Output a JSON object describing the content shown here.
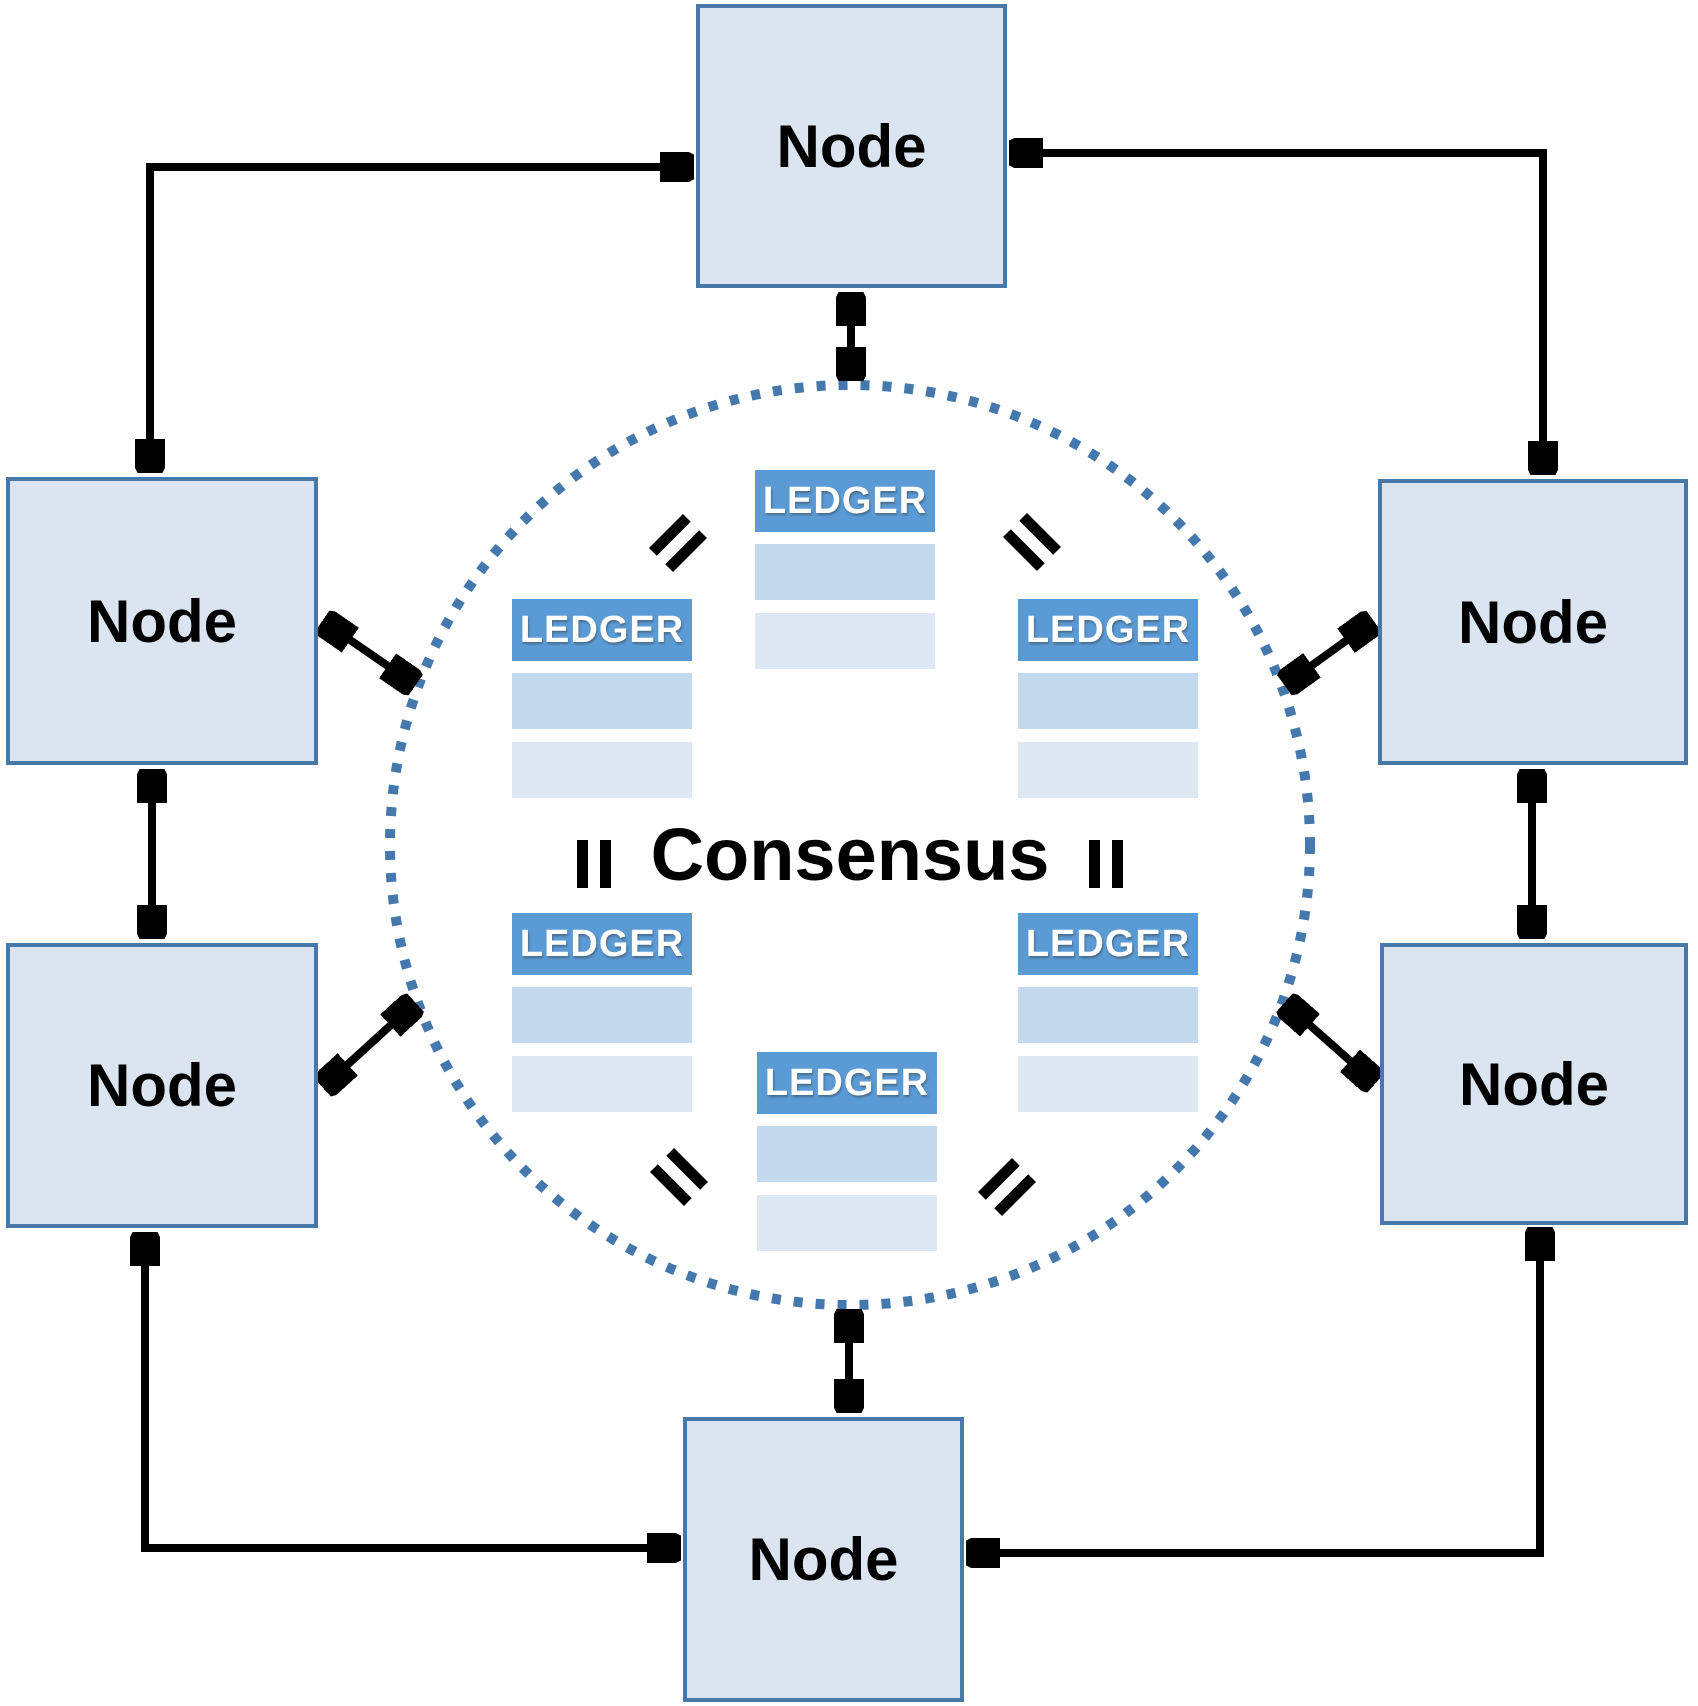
{
  "diagram": {
    "type": "peer-to-peer consensus network",
    "center": {
      "label": "Consensus"
    },
    "nodes": [
      {
        "id": "node-top",
        "label": "Node"
      },
      {
        "id": "node-upper-left",
        "label": "Node"
      },
      {
        "id": "node-lower-left",
        "label": "Node"
      },
      {
        "id": "node-upper-right",
        "label": "Node"
      },
      {
        "id": "node-lower-right",
        "label": "Node"
      },
      {
        "id": "node-bottom",
        "label": "Node"
      }
    ],
    "ledgers": [
      {
        "id": "ledger-top",
        "label": "LEDGER",
        "blank_rows": 2
      },
      {
        "id": "ledger-upper-left",
        "label": "LEDGER",
        "blank_rows": 2
      },
      {
        "id": "ledger-upper-right",
        "label": "LEDGER",
        "blank_rows": 2
      },
      {
        "id": "ledger-lower-left",
        "label": "LEDGER",
        "blank_rows": 2
      },
      {
        "id": "ledger-lower-right",
        "label": "LEDGER",
        "blank_rows": 2
      },
      {
        "id": "ledger-bottom",
        "label": "LEDGER",
        "blank_rows": 2
      }
    ],
    "equivalence_marks": [
      {
        "position": "upper-left",
        "rotation_deg": -45
      },
      {
        "position": "upper-right",
        "rotation_deg": 45
      },
      {
        "position": "middle-left",
        "rotation_deg": 90
      },
      {
        "position": "middle-right",
        "rotation_deg": 90
      },
      {
        "position": "lower-left",
        "rotation_deg": 45
      },
      {
        "position": "lower-right",
        "rotation_deg": -45
      }
    ],
    "connections": [
      "node-upper-left <-> node-top (L-shaped)",
      "node-top <-> node-upper-right (L-shaped)",
      "node-upper-left <-> node-lower-left",
      "node-upper-right <-> node-lower-right",
      "node-lower-left <-> node-bottom (L-shaped)",
      "node-lower-right <-> node-bottom (L-shaped)",
      "node-top <-> consensus-circle",
      "node-bottom <-> consensus-circle",
      "node-upper-left <-> consensus-circle",
      "node-lower-left <-> consensus-circle",
      "node-upper-right <-> consensus-circle",
      "node-lower-right <-> consensus-circle"
    ]
  },
  "theme": {
    "node_fill": "#dbe5f1",
    "node_border": "#4878a8",
    "ledger_header": "#5b9bd5",
    "ledger_row1": "#c3d9ed",
    "ledger_row2": "#dde8f4",
    "circle_dot": "#4579ae",
    "arrow": "#000000",
    "bg": "#ffffff",
    "text": "#000000",
    "ledger_text": "#ffffff"
  }
}
